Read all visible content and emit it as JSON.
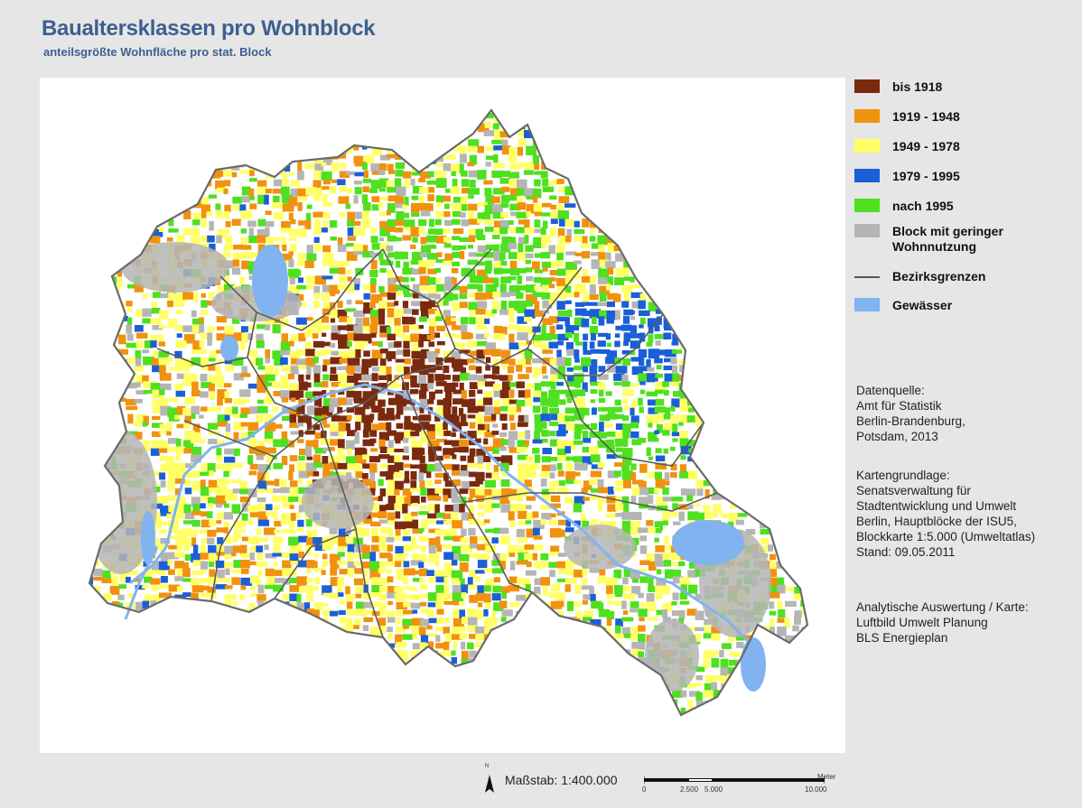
{
  "title": "Baualtersklassen pro Wohnblock",
  "subtitle": "anteilsgrößte Wohnfläche pro stat. Block",
  "legend": [
    {
      "label": "bis 1918",
      "color": "#7a2a0e",
      "kind": "box",
      "icon": "swatch-bis-1918"
    },
    {
      "label": "1919 - 1948",
      "color": "#f0920f",
      "kind": "box",
      "icon": "swatch-1919-1948"
    },
    {
      "label": "1949 - 1978",
      "color": "#ffff66",
      "kind": "box",
      "icon": "swatch-1949-1978"
    },
    {
      "label": "1979 - 1995",
      "color": "#1a5fd6",
      "kind": "box",
      "icon": "swatch-1979-1995"
    },
    {
      "label": "nach 1995",
      "color": "#4fe01f",
      "kind": "box",
      "icon": "swatch-nach-1995"
    },
    {
      "label": "Block mit geringer\nWohnnutzung",
      "color": "#b5b5b5",
      "kind": "box",
      "icon": "swatch-geringe-wohnnutzung"
    },
    {
      "label": "Bezirksgrenzen",
      "color": "#555555",
      "kind": "line",
      "icon": "line-bezirksgrenzen"
    },
    {
      "label": "Gewässer",
      "color": "#80b3f0",
      "kind": "box",
      "icon": "swatch-gewaesser"
    }
  ],
  "source_block": [
    "Datenquelle:",
    "Amt für Statistik",
    "Berlin-Brandenburg,",
    "Potsdam, 2013"
  ],
  "basemap_block": [
    "Kartengrundlage:",
    "Senatsverwaltung für",
    "Stadtentwicklung und Umwelt",
    "Berlin, Hauptblöcke der ISU5,",
    "Blockkarte 1:5.000 (Umweltatlas)",
    "Stand: 09.05.2011"
  ],
  "analysis_block": [
    "Analytische Auswertung / Karte:",
    "Luftbild Umwelt Planung",
    "BLS Energieplan"
  ],
  "scale": {
    "label": "Maßstab: 1:400.000",
    "north_letter": "N",
    "unit": "Meter",
    "ticks": [
      "0",
      "2.500",
      "5.000",
      "10.000"
    ]
  }
}
